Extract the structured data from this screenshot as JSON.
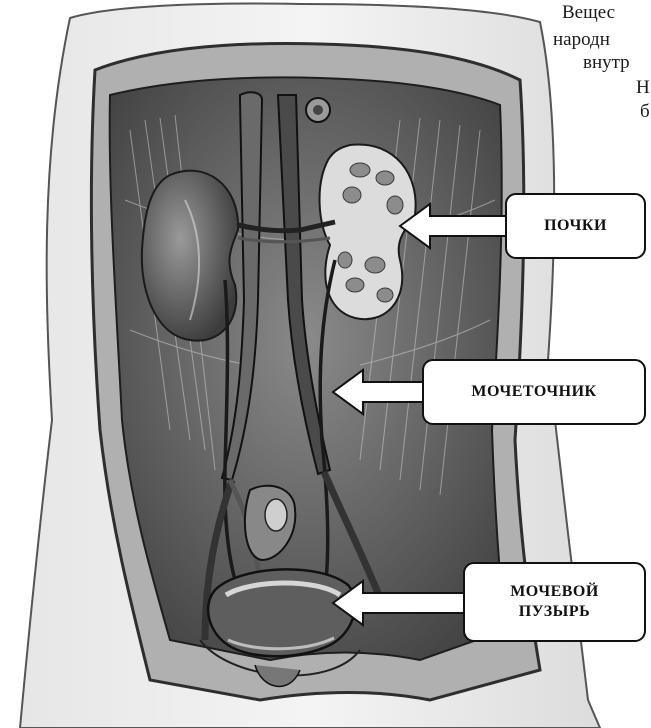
{
  "top_text_fragments": [
    "Вещес",
    "народн",
    "внутр",
    "Н",
    "б"
  ],
  "labels": {
    "kidneys": "ПОЧКИ",
    "ureter": "МОЧЕТОЧНИК",
    "bladder_line1": "МОЧЕВОЙ",
    "bladder_line2": "ПУЗЫРЬ"
  },
  "colors": {
    "background": "#ffffff",
    "ink": "#111111",
    "tissue_dark": "#3a3a3a",
    "tissue_mid": "#7a7a7a",
    "tissue_light": "#c8c8c8"
  }
}
